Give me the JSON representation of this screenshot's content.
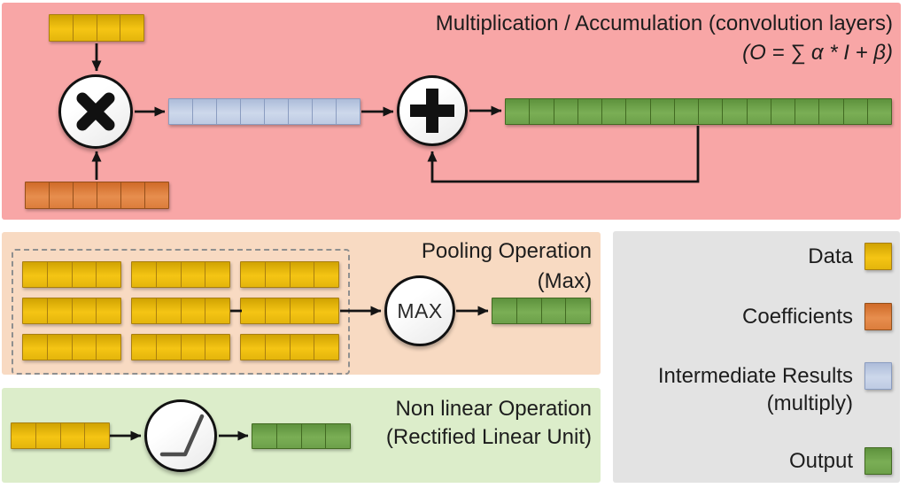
{
  "palette": {
    "pink-bg": "#f8a6a6",
    "peach-bg": "#f8dac2",
    "nl-green-bg": "#dcedca",
    "gray-bg": "#e3e3e3",
    "ink": "#1d1d1d",
    "line": "#141414",
    "relu-line": "#4d4d4d",
    "dash-border": "#8f8f8f",
    "circle-border": "#111111",
    "data-light": "#f5c514",
    "data-dark": "#d0a302",
    "data-border": "#a97f10",
    "coeff-light": "#e78e4e",
    "coeff-dark": "#cf6a28",
    "coeff-border": "#95501b",
    "int-light": "#cdd8eb",
    "int-dark": "#adbcd9",
    "int-border": "#8a9cc0",
    "out-light": "#7aae55",
    "out-dark": "#5e923d",
    "out-border": "#426a22"
  },
  "conv": {
    "title": "Multiplication / Accumulation (convolution layers)",
    "formula": "(O = ∑ α * I + β)"
  },
  "pooling": {
    "title": "Pooling Operation",
    "subtitle": "(Max)",
    "operator": "MAX"
  },
  "nonlinear": {
    "title": "Non linear Operation",
    "subtitle": "(Rectified Linear Unit)"
  },
  "legend": {
    "items": [
      {
        "label": "Data",
        "sublabel": "",
        "color": "data"
      },
      {
        "label": "Coefficients",
        "sublabel": "",
        "color": "coeff"
      },
      {
        "label": "Intermediate Results",
        "sublabel": "(multiply)",
        "color": "int"
      },
      {
        "label": "Output",
        "sublabel": "",
        "color": "out"
      }
    ]
  },
  "blocks": {
    "conv_input": {
      "cells": 4,
      "color": "data"
    },
    "conv_coeff": {
      "cells": 6,
      "color": "coeff"
    },
    "conv_intermediate": {
      "cells": 8,
      "color": "int"
    },
    "conv_output": {
      "cells": 16,
      "color": "out"
    },
    "pool_window": {
      "cells": 4,
      "color": "data"
    },
    "pool_output": {
      "cells": 4,
      "color": "out"
    },
    "relu_input": {
      "cells": 4,
      "color": "data"
    },
    "relu_output": {
      "cells": 4,
      "color": "out"
    }
  }
}
